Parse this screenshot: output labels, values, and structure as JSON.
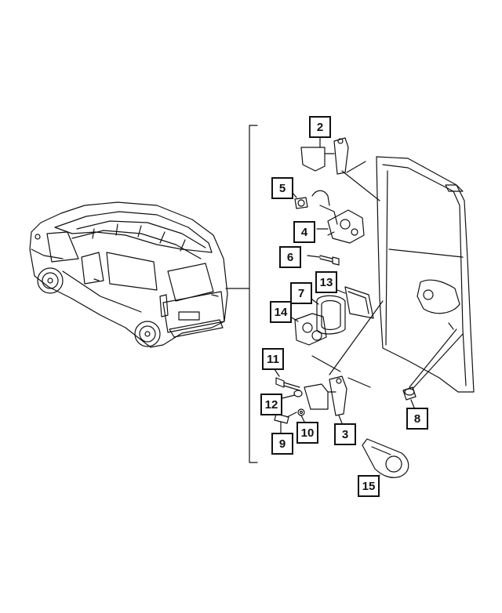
{
  "diagram": {
    "callouts": [
      {
        "id": "c2",
        "label": "2"
      },
      {
        "id": "c5",
        "label": "5"
      },
      {
        "id": "c4",
        "label": "4"
      },
      {
        "id": "c6",
        "label": "6"
      },
      {
        "id": "c13",
        "label": "13"
      },
      {
        "id": "c7",
        "label": "7"
      },
      {
        "id": "c14",
        "label": "14"
      },
      {
        "id": "c11",
        "label": "11"
      },
      {
        "id": "c12",
        "label": "12"
      },
      {
        "id": "c9",
        "label": "9"
      },
      {
        "id": "c10",
        "label": "10"
      },
      {
        "id": "c3",
        "label": "3"
      },
      {
        "id": "c8",
        "label": "8"
      },
      {
        "id": "c15",
        "label": "15"
      }
    ],
    "colors": {
      "line": "#111111",
      "background": "#ffffff"
    }
  }
}
